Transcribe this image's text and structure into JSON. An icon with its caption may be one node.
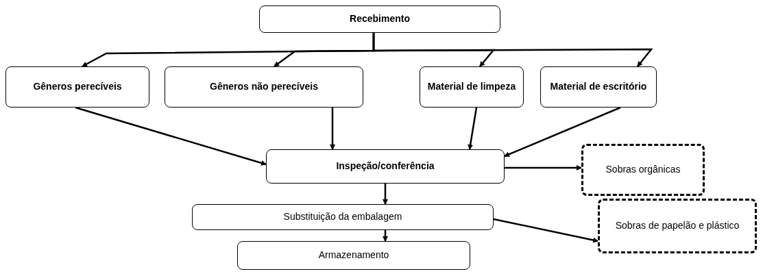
{
  "diagram": {
    "nodes": [
      {
        "text": [
          "Recebimento"
        ]
      },
      {
        "text": [
          "Gêneros perecíveis"
        ]
      },
      {
        "text": [
          "Gêneros não perecíveis"
        ]
      },
      {
        "text": [
          "Material de limpeza"
        ]
      },
      {
        "text": [
          "Material de escritório"
        ]
      },
      {
        "text": [
          "Inspeção/conferência"
        ]
      },
      {
        "text": [
          "Sobras orgânicas"
        ]
      },
      {
        "text": [
          "Substituição da embalagem"
        ]
      },
      {
        "text": [
          "Sobras de papelão e plástico"
        ]
      },
      {
        "text": [
          "Armazenamento"
        ]
      }
    ],
    "edges": [
      {
        "from": 0,
        "to": 1,
        "arrow": "to"
      },
      {
        "from": 0,
        "to": 2,
        "arrow": "to"
      },
      {
        "from": 0,
        "to": 3,
        "arrow": "to"
      },
      {
        "from": 0,
        "to": 4,
        "arrow": "to"
      },
      {
        "from": 1,
        "to": 5,
        "arrow": "to"
      },
      {
        "from": 2,
        "to": 5,
        "arrow": "to"
      },
      {
        "from": 3,
        "to": 5,
        "arrow": "to"
      },
      {
        "from": 4,
        "to": 5,
        "arrow": "to"
      },
      {
        "from": 5,
        "to": 6,
        "arrow": "to"
      },
      {
        "from": 5,
        "to": 7,
        "arrow": "to"
      },
      {
        "from": 7,
        "to": 8,
        "arrow": "to"
      },
      {
        "from": 7,
        "to": 9,
        "arrow": "to"
      }
    ]
  }
}
